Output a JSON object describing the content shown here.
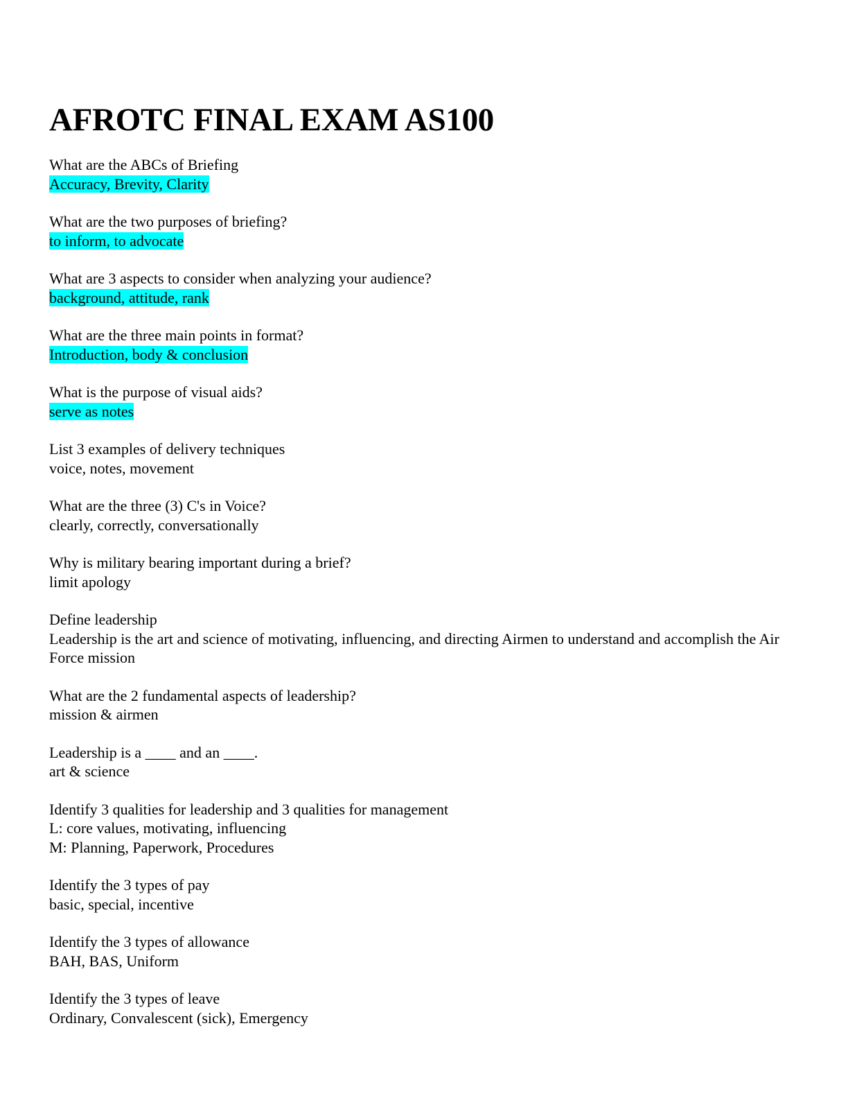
{
  "document": {
    "title": "AFROTC FINAL EXAM AS100",
    "highlight_color": "#00ffff",
    "items": [
      {
        "question": "What are the ABCs of Briefing",
        "answers": [
          "Accuracy, Brevity, Clarity"
        ],
        "highlighted": true
      },
      {
        "question": "What are the two purposes of briefing?",
        "answers": [
          "to inform, to advocate"
        ],
        "highlighted": true
      },
      {
        "question": "What are 3 aspects to consider when analyzing your audience?",
        "answers": [
          "background, attitude, rank"
        ],
        "highlighted": true
      },
      {
        "question": "What are the three main points in format?",
        "answers": [
          "Introduction, body & conclusion"
        ],
        "highlighted": true
      },
      {
        "question": "What is the purpose of visual aids?",
        "answers": [
          "serve as notes"
        ],
        "highlighted": true
      },
      {
        "question": "List 3 examples of delivery techniques",
        "answers": [
          "voice, notes, movement"
        ],
        "highlighted": false
      },
      {
        "question": "What are the three (3) C's in Voice?",
        "answers": [
          "clearly, correctly, conversationally"
        ],
        "highlighted": false
      },
      {
        "question": "Why is military bearing important during a brief?",
        "answers": [
          "limit apology"
        ],
        "highlighted": false
      },
      {
        "question": "Define leadership",
        "answers": [
          "Leadership is the art and science of motivating, influencing, and directing Airmen to understand and accomplish the Air Force mission"
        ],
        "highlighted": false
      },
      {
        "question": "What are the 2 fundamental aspects of leadership?",
        "answers": [
          "mission & airmen"
        ],
        "highlighted": false
      },
      {
        "question": "Leadership is a ____ and an ____.",
        "answers": [
          "art & science"
        ],
        "highlighted": false
      },
      {
        "question": "Identify 3 qualities for leadership and 3 qualities for management",
        "answers": [
          "L: core values, motivating, influencing",
          "M: Planning, Paperwork, Procedures"
        ],
        "highlighted": false
      },
      {
        "question": "Identify the 3 types of pay",
        "answers": [
          "basic, special, incentive"
        ],
        "highlighted": false
      },
      {
        "question": "Identify the 3 types of allowance",
        "answers": [
          "BAH, BAS, Uniform"
        ],
        "highlighted": false
      },
      {
        "question": "Identify the 3 types of leave",
        "answers": [
          "Ordinary, Convalescent (sick), Emergency"
        ],
        "highlighted": false
      }
    ]
  }
}
